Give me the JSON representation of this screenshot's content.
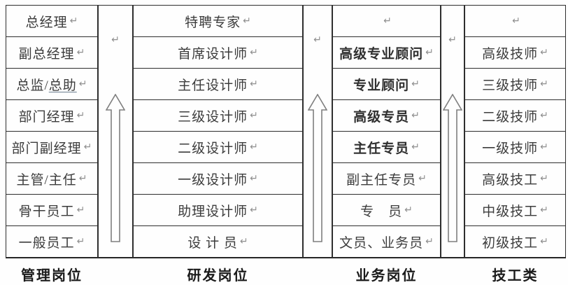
{
  "diagram": {
    "kind": "career-ladder-table",
    "arrows": {
      "direction": "up",
      "count": 3,
      "style": "hollow-block-arrow"
    }
  },
  "pilcrow": "↵",
  "colors": {
    "border": "#2e2e2e",
    "cell_text": "#3c3c3c",
    "bold_cell_text": "#2f2f2f",
    "pilcrow": "#8f8f8f",
    "arrow_outline": "#7e7e7e",
    "label_text": "#1a1a1a",
    "underline": "#6b7d8f",
    "background": "#fefefe"
  },
  "columns": [
    {
      "id": "management",
      "label": "管理岗位",
      "cells": [
        {
          "text": "总经理"
        },
        {
          "text": "副总经理"
        },
        {
          "parts": [
            {
              "text": "总监/"
            },
            {
              "text": "总助",
              "underline": true
            }
          ]
        },
        {
          "text": "部门经理"
        },
        {
          "text": "部门副经理"
        },
        {
          "text": "主管/主任"
        },
        {
          "text": "骨干员工"
        },
        {
          "text": "一般员工"
        }
      ]
    },
    {
      "id": "rnd",
      "label": "研发岗位",
      "cells": [
        {
          "text": "特聘专家"
        },
        {
          "text": "首席设计师"
        },
        {
          "text": "主任设计师"
        },
        {
          "text": "三级设计师"
        },
        {
          "text": "二级设计师"
        },
        {
          "text": "一级设计师"
        },
        {
          "text": "助理设计师"
        },
        {
          "text": "设 计 员"
        }
      ]
    },
    {
      "id": "business",
      "label": "业务岗位",
      "cells": [
        {
          "text": ""
        },
        {
          "text": "高级专业顾问",
          "bold": true
        },
        {
          "text": "专业顾问",
          "bold": true
        },
        {
          "text": "高级专员",
          "bold": true
        },
        {
          "text": "主任专员",
          "bold": true
        },
        {
          "text": "副主任专员"
        },
        {
          "text": "专　员"
        },
        {
          "text": "文员、业务员"
        }
      ]
    },
    {
      "id": "technical",
      "label": "技工类",
      "cells": [
        {
          "text": ""
        },
        {
          "text": "高级技师"
        },
        {
          "text": "三级技师"
        },
        {
          "text": "二级技师"
        },
        {
          "text": "一级技师"
        },
        {
          "text": "高级技工"
        },
        {
          "text": "中级技工"
        },
        {
          "text": "初级技工"
        }
      ]
    }
  ]
}
